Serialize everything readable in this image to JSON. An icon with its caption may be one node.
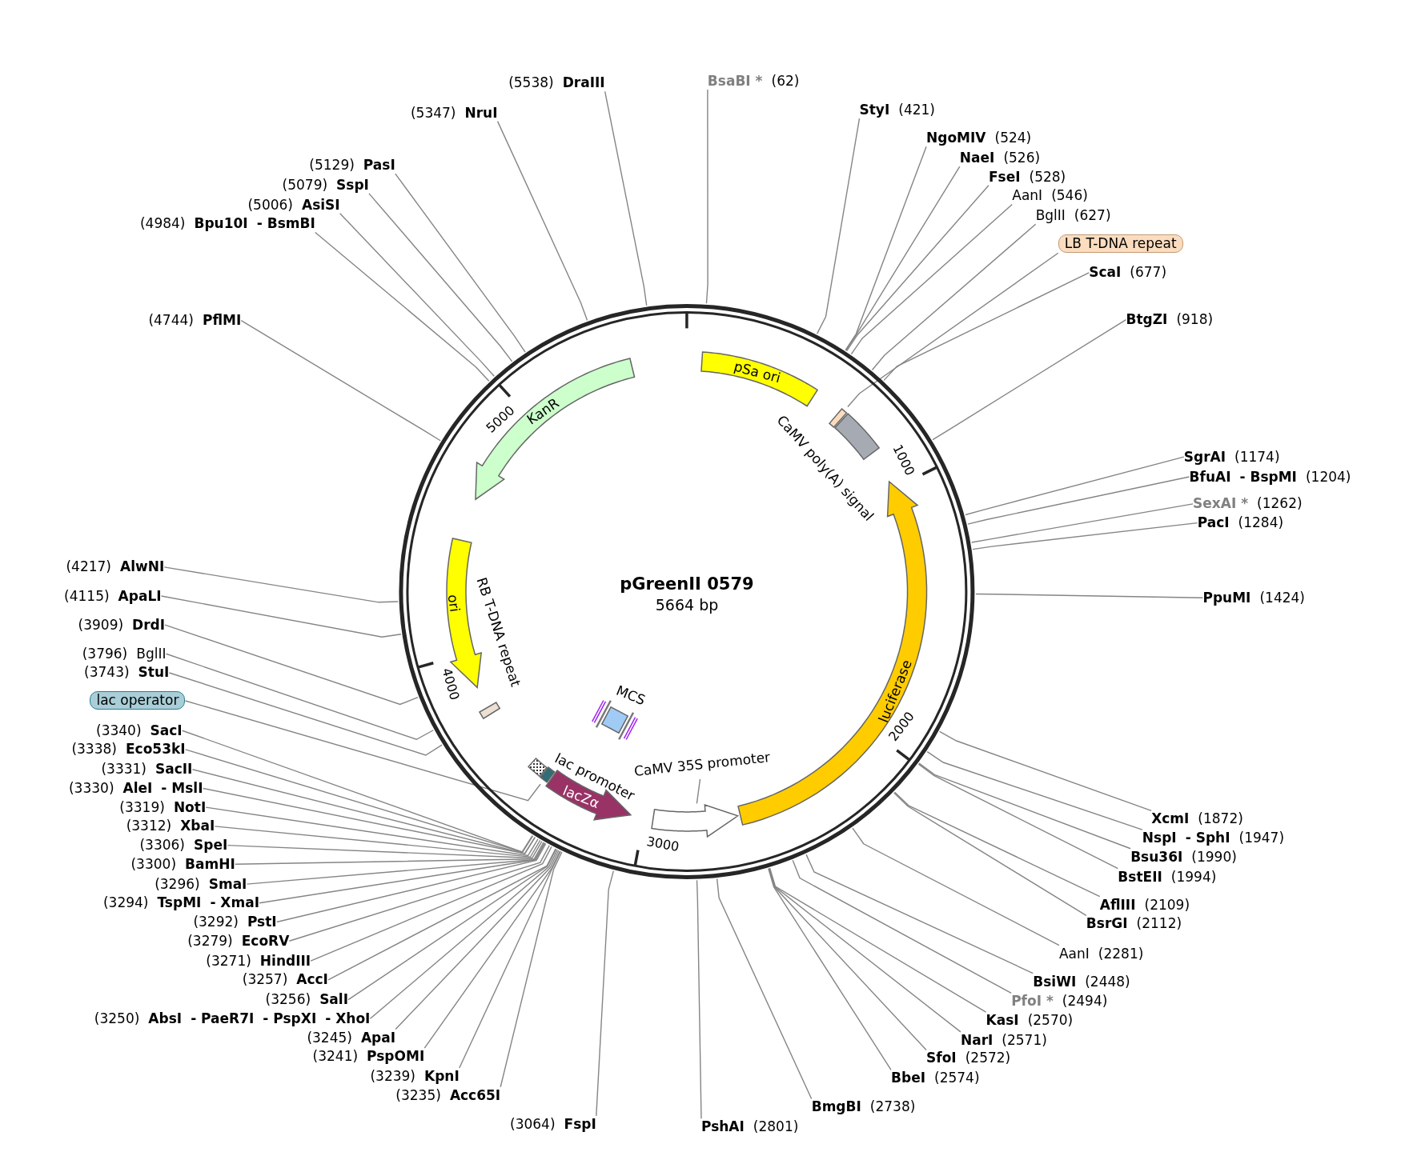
{
  "diagram": {
    "title": "pGreenII 0579",
    "nodes": [
      {
        "text": [
          "(5538)",
          "DraIII"
        ]
      },
      {
        "text": [
          "(5347)",
          "NruI"
        ]
      },
      {
        "text": [
          "(5129)",
          "PasI"
        ]
      },
      {
        "text": [
          "(5079)",
          "SspI"
        ]
      },
      {
        "text": [
          "(5006)",
          "AsiSI"
        ]
      },
      {
        "text": [
          "(4984)",
          "Bpu10I",
          "- BsmBI"
        ]
      },
      {
        "text": [
          "(4744)",
          "PflMI"
        ]
      },
      {
        "text": [
          "BsaBI *",
          "(62)"
        ]
      },
      {
        "text": [
          "StyI",
          "(421)"
        ]
      },
      {
        "text": [
          "NgoMIV",
          "(524)"
        ]
      },
      {
        "text": [
          "NaeI",
          "(526)"
        ]
      },
      {
        "text": [
          "FseI",
          "(528)"
        ]
      },
      {
        "text": [
          "AanI",
          "(546)"
        ]
      },
      {
        "text": [
          "BglII",
          "(627)"
        ]
      },
      {
        "text": [
          "LB T-DNA repeat"
        ]
      },
      {
        "text": [
          "ScaI",
          "(677)"
        ]
      },
      {
        "text": [
          "BtgZI",
          "(918)"
        ]
      },
      {
        "text": [
          "SgrAI",
          "(1174)"
        ]
      },
      {
        "text": [
          "BfuAI",
          "- BspMI",
          "(1204)"
        ]
      },
      {
        "text": [
          "SexAI *",
          "(1262)"
        ]
      },
      {
        "text": [
          "PacI",
          "(1284)"
        ]
      },
      {
        "text": [
          "PpuMI",
          "(1424)"
        ]
      },
      {
        "text": [
          "XcmI",
          "(1872)"
        ]
      },
      {
        "text": [
          "NspI",
          "- SphI",
          "(1947)"
        ]
      },
      {
        "text": [
          "Bsu36I",
          "(1990)"
        ]
      },
      {
        "text": [
          "BstEII",
          "(1994)"
        ]
      },
      {
        "text": [
          "AflIII",
          "(2109)"
        ]
      },
      {
        "text": [
          "BsrGI",
          "(2112)"
        ]
      },
      {
        "text": [
          "AanI",
          "(2281)"
        ]
      },
      {
        "text": [
          "BsiWI",
          "(2448)"
        ]
      },
      {
        "text": [
          "PfoI *",
          "(2494)"
        ]
      },
      {
        "text": [
          "KasI",
          "(2570)"
        ]
      },
      {
        "text": [
          "NarI",
          "(2571)"
        ]
      },
      {
        "text": [
          "SfoI",
          "(2572)"
        ]
      },
      {
        "text": [
          "BbeI",
          "(2574)"
        ]
      },
      {
        "text": [
          "BmgBI",
          "(2738)"
        ]
      },
      {
        "text": [
          "PshAI",
          "(2801)"
        ]
      },
      {
        "text": [
          "(3064)",
          "FspI"
        ]
      },
      {
        "text": [
          "(3235)",
          "Acc65I"
        ]
      },
      {
        "text": [
          "(3239)",
          "KpnI"
        ]
      },
      {
        "text": [
          "(3241)",
          "PspOMI"
        ]
      },
      {
        "text": [
          "(3245)",
          "ApaI"
        ]
      },
      {
        "text": [
          "(3250)",
          "AbsI",
          "- PaeR7I",
          "- PspXI",
          "- XhoI"
        ]
      },
      {
        "text": [
          "(3256)",
          "SalI"
        ]
      },
      {
        "text": [
          "(3257)",
          "AccI"
        ]
      },
      {
        "text": [
          "(3271)",
          "HindIII"
        ]
      },
      {
        "text": [
          "(3279)",
          "EcoRV"
        ]
      },
      {
        "text": [
          "(3292)",
          "PstI"
        ]
      },
      {
        "text": [
          "(3294)",
          "TspMI",
          "- XmaI"
        ]
      },
      {
        "text": [
          "(3296)",
          "SmaI"
        ]
      },
      {
        "text": [
          "(3300)",
          "BamHI"
        ]
      },
      {
        "text": [
          "(3306)",
          "SpeI"
        ]
      },
      {
        "text": [
          "(3312)",
          "XbaI"
        ]
      },
      {
        "text": [
          "(3319)",
          "NotI"
        ]
      },
      {
        "text": [
          "(3330)",
          "AleI",
          "- MslI"
        ]
      },
      {
        "text": [
          "(3331)",
          "SacII"
        ]
      },
      {
        "text": [
          "(3338)",
          "Eco53kI"
        ]
      },
      {
        "text": [
          "(3340)",
          "SacI"
        ]
      },
      {
        "text": [
          "lac operator"
        ]
      },
      {
        "text": [
          "(3743)",
          "StuI"
        ]
      },
      {
        "text": [
          "(3796)",
          "BglII"
        ]
      },
      {
        "text": [
          "(3909)",
          "DrdI"
        ]
      },
      {
        "text": [
          "(4115)",
          "ApaLI"
        ]
      },
      {
        "text": [
          "(4217)",
          "AlwNI"
        ]
      },
      {
        "text": [
          "pSa ori"
        ]
      },
      {
        "text": [],
        "shape": "box"
      },
      {
        "text": [
          "CaMV poly(A) signal"
        ]
      },
      {
        "text": [
          "luciferase"
        ]
      },
      {
        "text": [
          "CaMV 35S promoter"
        ]
      },
      {
        "text": [],
        "shape": "arrow"
      },
      {
        "text": [
          "MCS"
        ]
      },
      {
        "text": [
          "lacZα"
        ]
      },
      {
        "text": [
          "lac promoter"
        ]
      },
      {
        "text": [],
        "shape": "box"
      },
      {
        "text": [
          "RB T-DNA repeat"
        ]
      },
      {
        "text": [
          "ori"
        ]
      },
      {
        "text": [
          "KanR"
        ]
      }
    ],
    "edges": [
      {
        "from": 0,
        "to": null,
        "arrow": "none"
      },
      {
        "from": 1,
        "to": null,
        "arrow": "none"
      },
      {
        "from": 2,
        "to": null,
        "arrow": "none"
      },
      {
        "from": 3,
        "to": null,
        "arrow": "none"
      },
      {
        "from": 4,
        "to": null,
        "arrow": "none"
      },
      {
        "from": 5,
        "to": null,
        "arrow": "none"
      },
      {
        "from": 6,
        "to": null,
        "arrow": "none"
      },
      {
        "from": 7,
        "to": null,
        "arrow": "none"
      },
      {
        "from": 8,
        "to": null,
        "arrow": "none"
      },
      {
        "from": 9,
        "to": null,
        "arrow": "none"
      },
      {
        "from": 10,
        "to": null,
        "arrow": "none"
      },
      {
        "from": 11,
        "to": null,
        "arrow": "none"
      },
      {
        "from": 12,
        "to": null,
        "arrow": "none"
      },
      {
        "from": 13,
        "to": null,
        "arrow": "none"
      },
      {
        "from": 14,
        "to": 65,
        "arrow": "none"
      },
      {
        "from": 15,
        "to": null,
        "arrow": "none"
      },
      {
        "from": 16,
        "to": null,
        "arrow": "none"
      },
      {
        "from": 17,
        "to": null,
        "arrow": "none"
      },
      {
        "from": 18,
        "to": null,
        "arrow": "none"
      },
      {
        "from": 19,
        "to": null,
        "arrow": "none"
      },
      {
        "from": 20,
        "to": null,
        "arrow": "none"
      },
      {
        "from": 21,
        "to": null,
        "arrow": "none"
      },
      {
        "from": 22,
        "to": null,
        "arrow": "none"
      },
      {
        "from": 23,
        "to": null,
        "arrow": "none"
      },
      {
        "from": 24,
        "to": null,
        "arrow": "none"
      },
      {
        "from": 25,
        "to": null,
        "arrow": "none"
      },
      {
        "from": 26,
        "to": null,
        "arrow": "none"
      },
      {
        "from": 27,
        "to": null,
        "arrow": "none"
      },
      {
        "from": 28,
        "to": null,
        "arrow": "none"
      },
      {
        "from": 29,
        "to": null,
        "arrow": "none"
      },
      {
        "from": 30,
        "to": null,
        "arrow": "none"
      },
      {
        "from": 31,
        "to": null,
        "arrow": "none"
      },
      {
        "from": 32,
        "to": null,
        "arrow": "none"
      },
      {
        "from": 33,
        "to": null,
        "arrow": "none"
      },
      {
        "from": 34,
        "to": null,
        "arrow": "none"
      },
      {
        "from": 35,
        "to": null,
        "arrow": "none"
      },
      {
        "from": 36,
        "to": null,
        "arrow": "none"
      },
      {
        "from": 37,
        "to": null,
        "arrow": "none"
      },
      {
        "from": 38,
        "to": null,
        "arrow": "none"
      },
      {
        "from": 39,
        "to": null,
        "arrow": "none"
      },
      {
        "from": 40,
        "to": null,
        "arrow": "none"
      },
      {
        "from": 41,
        "to": null,
        "arrow": "none"
      },
      {
        "from": 42,
        "to": null,
        "arrow": "none"
      },
      {
        "from": 43,
        "to": null,
        "arrow": "none"
      },
      {
        "from": 44,
        "to": null,
        "arrow": "none"
      },
      {
        "from": 45,
        "to": null,
        "arrow": "none"
      },
      {
        "from": 46,
        "to": null,
        "arrow": "none"
      },
      {
        "from": 47,
        "to": null,
        "arrow": "none"
      },
      {
        "from": 48,
        "to": null,
        "arrow": "none"
      },
      {
        "from": 49,
        "to": null,
        "arrow": "none"
      },
      {
        "from": 50,
        "to": null,
        "arrow": "none"
      },
      {
        "from": 51,
        "to": null,
        "arrow": "none"
      },
      {
        "from": 52,
        "to": null,
        "arrow": "none"
      },
      {
        "from": 53,
        "to": null,
        "arrow": "none"
      },
      {
        "from": 54,
        "to": null,
        "arrow": "none"
      },
      {
        "from": 55,
        "to": null,
        "arrow": "none"
      },
      {
        "from": 56,
        "to": null,
        "arrow": "none"
      },
      {
        "from": 57,
        "to": null,
        "arrow": "none"
      },
      {
        "from": 58,
        "to": 73,
        "arrow": "none"
      },
      {
        "from": 59,
        "to": null,
        "arrow": "none"
      },
      {
        "from": 60,
        "to": null,
        "arrow": "none"
      },
      {
        "from": 61,
        "to": null,
        "arrow": "none"
      },
      {
        "from": 62,
        "to": null,
        "arrow": "none"
      },
      {
        "from": 63,
        "to": null,
        "arrow": "none"
      },
      {
        "from": 68,
        "to": 69,
        "arrow": "none"
      }
    ],
    "labels": [
      "5664 bp",
      "1000",
      "2000",
      "3000",
      "4000",
      "5000"
    ]
  }
}
